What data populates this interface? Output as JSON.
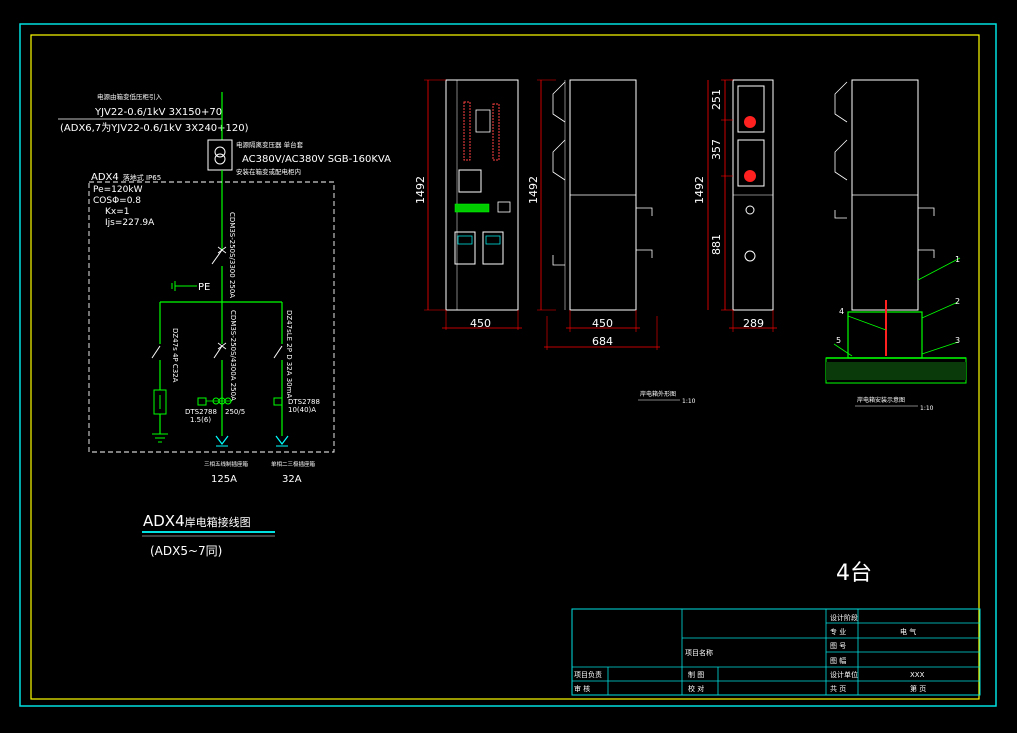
{
  "colors": {
    "background": "#000000",
    "frame": "#00e0e0",
    "inner_frame": "#ffff00",
    "circuit": "#00ff00",
    "text": "#ffffff",
    "dimension": "#ff0000",
    "hatch": "#00cc00"
  },
  "schematic": {
    "cable_note": "电源由箱变低压柜引入",
    "cable_spec_1": "YJV22-0.6/1kV 3X150+70",
    "cable_spec_2": "(ADX6,7为YJV22-0.6/1kV 3X240+120)",
    "transformer_note": "电源隔离变压器  单台套",
    "transformer_spec": "AC380V/AC380V SGB-160KVA",
    "transformer_note_2": "安装在箱变或配电柜内",
    "box_title": "ADX4",
    "box_title_suffix": "落地式 IP65",
    "param_pe": "Pe=120kW",
    "param_cos": "COSΦ=0.8",
    "param_kx": "Kx=1",
    "param_ijs": "Ijs=227.9A",
    "main_breaker": "CDM3S-250S/3300 250A",
    "pe_label": "PE",
    "left_breaker": "DZ47s 4P C32A",
    "mid_breaker": "CDM3S-250S/4300A 250A",
    "right_breaker": "DZ47sLE 2P D 32A 30mA",
    "meter_left": "DTS2788",
    "meter_left_rating": "1.5(6)",
    "ct_label": "250/5",
    "meter_right": "DTS2788",
    "meter_right_rating": "10(40)A",
    "out_mid_label": "三相五线制插座箱",
    "out_mid_current": "125A",
    "out_right_label": "单相二三极插座箱",
    "out_right_current": "32A",
    "diagram_title_main": "ADX4",
    "diagram_title_suffix": "岸电箱接线图",
    "diagram_subtitle": "(ADX5~7同)"
  },
  "elevations": {
    "front": {
      "height_dim": "1492",
      "width_dim": "450"
    },
    "side": {
      "height_dim": "1492",
      "width_dim": "450",
      "total_dim": "684"
    },
    "door": {
      "dim_top": "251",
      "dim_mid": "357",
      "dim_bottom": "881",
      "height_dim": "1492",
      "width_dim": "289"
    },
    "foundation": {
      "leaders": [
        "1",
        "2",
        "3",
        "4",
        "5"
      ]
    },
    "caption_left": "岸电箱外形图",
    "caption_left_scale": "1:10",
    "caption_right": "岸电箱安装示意图",
    "caption_right_scale": "1:10"
  },
  "note_count": "4台",
  "title_block": {
    "r1_label": "设计阶段",
    "r2_label": "专    业",
    "r2_value": "电    气",
    "r3_label": "图    号",
    "r4_label": "图    幅",
    "r5_label": "设计单位",
    "r5_value": "XXX",
    "r6_label": "共    页",
    "r6_value": "第    页",
    "project_name": "项目名称",
    "project_lead": "项目负责",
    "reviewer": "审    核",
    "drawn": "制    图",
    "checked": "校    对"
  }
}
